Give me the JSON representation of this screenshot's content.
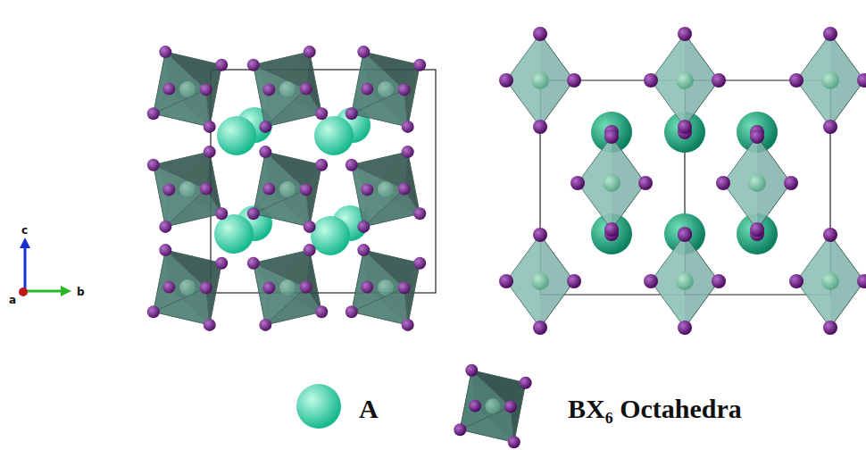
{
  "diagram": {
    "labels": [
      "c",
      "a",
      "b"
    ],
    "legend": [
      {
        "text": "A"
      },
      {
        "text": "BX₆ Octahedra"
      }
    ]
  }
}
